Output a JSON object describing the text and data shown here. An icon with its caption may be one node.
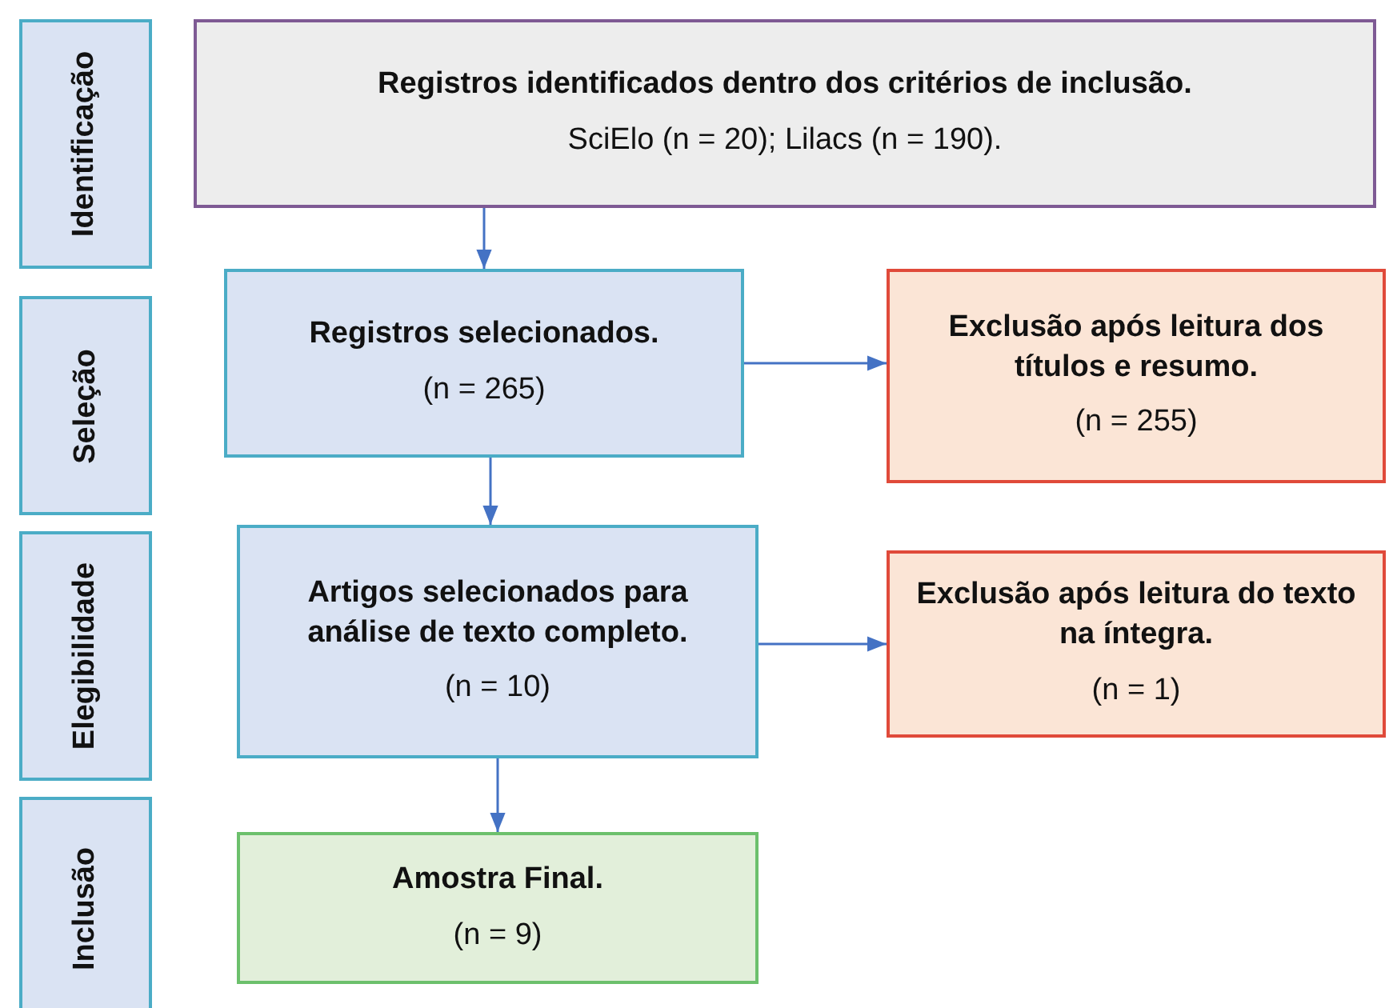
{
  "diagram": {
    "nodes": [
      {
        "text": [
          "Identificação"
        ]
      },
      {
        "text": [
          "Seleção"
        ]
      },
      {
        "text": [
          "Elegibilidade"
        ]
      },
      {
        "text": [
          "Inclusão"
        ]
      },
      {
        "text": [
          "Registros identificados dentro dos critérios de inclusão.",
          "SciElo (n = 20); Lilacs (n = 190)."
        ]
      },
      {
        "text": [
          "Registros selecionados.",
          "(n = 265)"
        ]
      },
      {
        "text": [
          "Exclusão após leitura dos títulos e resumo.",
          "(n = 255)"
        ]
      },
      {
        "text": [
          "Artigos selecionados para análise de texto completo.",
          "(n = 10)"
        ]
      },
      {
        "text": [
          "Exclusão após leitura do texto na íntegra.",
          "(n = 1)"
        ]
      },
      {
        "text": [
          "Amostra Final.",
          "(n = 9)"
        ]
      }
    ],
    "edges": [
      {
        "from": 4,
        "to": 5,
        "arrow": "to"
      },
      {
        "from": 5,
        "to": 6,
        "arrow": "to"
      },
      {
        "from": 5,
        "to": 7,
        "arrow": "to"
      },
      {
        "from": 7,
        "to": 8,
        "arrow": "to"
      },
      {
        "from": 7,
        "to": 9,
        "arrow": "to"
      }
    ]
  }
}
